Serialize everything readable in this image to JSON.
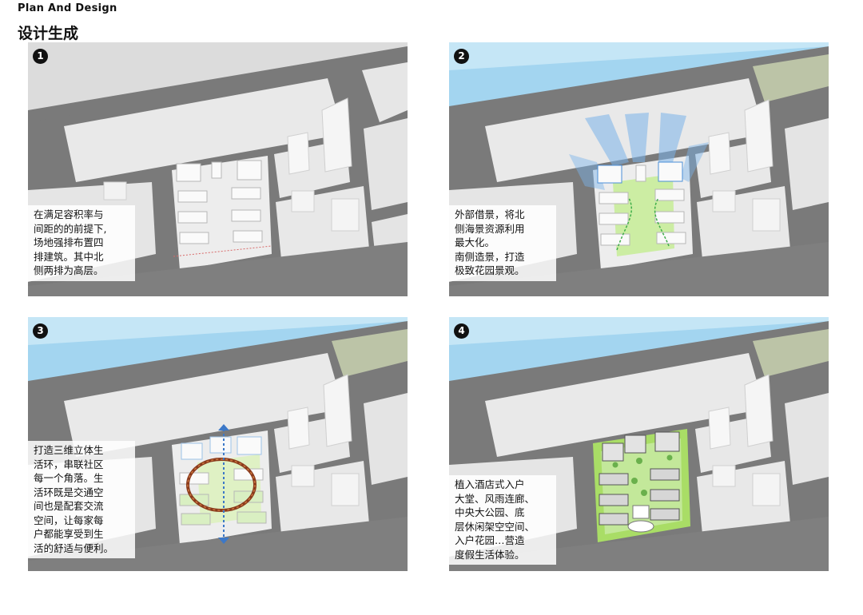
{
  "header": {
    "title_en": "Plan And Design",
    "title_cn": "设计生成"
  },
  "panels": [
    {
      "number": "1",
      "caption": "在满足容积率与\n间距的的前提下,\n场地强排布置四\n排建筑。其中北\n侧两排为高层。"
    },
    {
      "number": "2",
      "caption": "外部借景，将北\n侧海景资源利用\n最大化。\n南侧造景，打造\n极致花园景观。"
    },
    {
      "number": "3",
      "caption": "打造三维立体生\n活环，串联社区\n每一个角落。生\n活环既是交通空\n间也是配套交流\n空间，让每家每\n户都能享受到生\n活的舒适与便利。"
    },
    {
      "number": "4",
      "caption": "植入酒店式入户\n大堂、风雨连廊、\n中央大公园、底\n层休闲架空空间、\n入户花园…营造\n度假生活体验。"
    }
  ],
  "colors": {
    "road": "#7c7c7c",
    "block": "#ececec",
    "sea": "#9fd3ef",
    "greenbelt": "#b9c1a5",
    "landscape": "#a9dd66",
    "accent_blue": "#4a8fd8",
    "ring": "#8a3a1c"
  }
}
